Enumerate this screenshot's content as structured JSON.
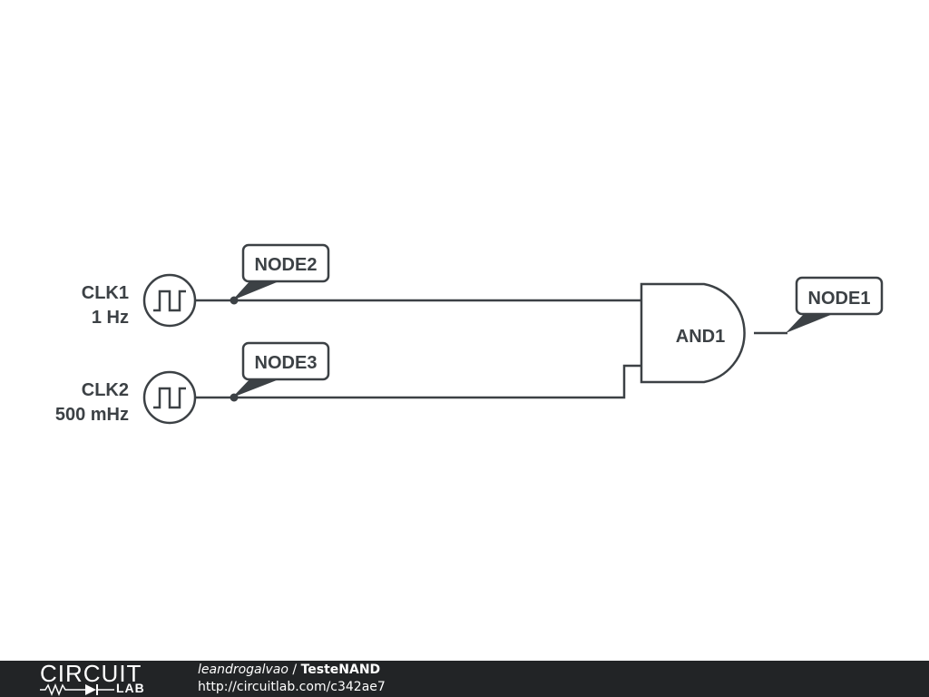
{
  "circuit": {
    "sources": [
      {
        "name": "CLK1",
        "value": "1 Hz"
      },
      {
        "name": "CLK2",
        "value": "500 mHz"
      }
    ],
    "gate": {
      "name": "AND1"
    },
    "node_labels": [
      "NODE2",
      "NODE3",
      "NODE1"
    ]
  },
  "footer": {
    "logo_word": "CIRCUIT",
    "logo_lab": "LAB",
    "user": "leandrogalvao",
    "separator": " / ",
    "project": "TesteNAND",
    "url": "http://circuitlab.com/c342ae7"
  },
  "colors": {
    "ink": "#3c4145",
    "footer_bg": "#222426",
    "background": "#ffffff"
  }
}
